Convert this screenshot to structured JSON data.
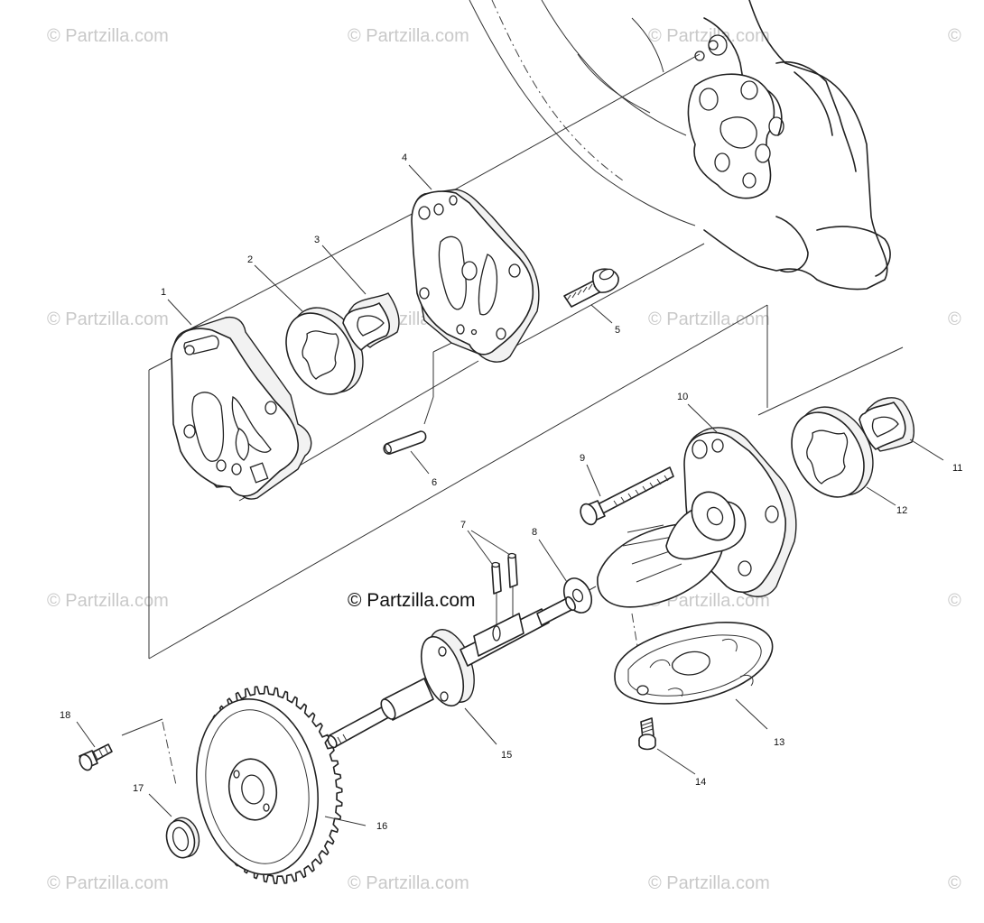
{
  "watermark": {
    "text": "© Partzilla.com",
    "edge_text": "©"
  },
  "center_watermark": "© Partzilla.com",
  "callouts": [
    {
      "id": "c1",
      "label": "1"
    },
    {
      "id": "c2",
      "label": "2"
    },
    {
      "id": "c3",
      "label": "3"
    },
    {
      "id": "c4",
      "label": "4"
    },
    {
      "id": "c5",
      "label": "5"
    },
    {
      "id": "c6",
      "label": "6"
    },
    {
      "id": "c7",
      "label": "7"
    },
    {
      "id": "c8",
      "label": "8"
    },
    {
      "id": "c9",
      "label": "9"
    },
    {
      "id": "c10",
      "label": "10"
    },
    {
      "id": "c11",
      "label": "11"
    },
    {
      "id": "c12",
      "label": "12"
    },
    {
      "id": "c13",
      "label": "13"
    },
    {
      "id": "c14",
      "label": "14"
    },
    {
      "id": "c15",
      "label": "15"
    },
    {
      "id": "c16",
      "label": "16"
    },
    {
      "id": "c17",
      "label": "17"
    },
    {
      "id": "c18",
      "label": "18"
    }
  ]
}
